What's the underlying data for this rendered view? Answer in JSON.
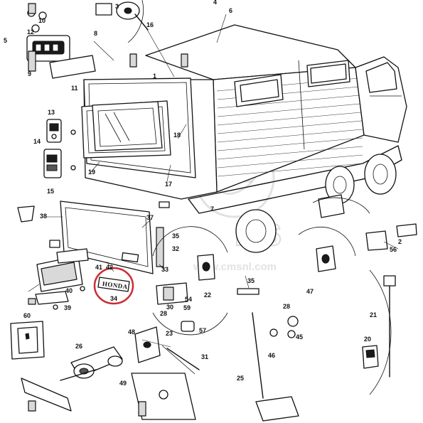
{
  "parts": {
    "p1": "1",
    "p2": "2",
    "p3": "3",
    "p4": "4",
    "p5": "5",
    "p6": "6",
    "p7": "7",
    "p8": "8",
    "p9": "9",
    "p10": "10",
    "p11": "11",
    "p12": "12",
    "p13": "13",
    "p14": "14",
    "p15": "15",
    "p16": "16",
    "p17": "17",
    "p18": "18",
    "p19": "19",
    "p20": "20",
    "p21": "21",
    "p22": "22",
    "p23": "23",
    "p25": "25",
    "p26": "26",
    "p28": "28",
    "p30": "30",
    "p31": "31",
    "p32": "32",
    "p33": "33",
    "p34": "34",
    "p35": "35",
    "p37": "37",
    "p38": "38",
    "p39": "39",
    "p40": "40",
    "p41": "41",
    "p45": "45",
    "p46": "46",
    "p47": "47",
    "p48": "48",
    "p49": "49",
    "p54": "54",
    "p56": "56",
    "p57": "57",
    "p59": "59",
    "p60": "60",
    "p42": "42"
  },
  "emblem_text": "HONDA",
  "highlight_color": "#cc2b35",
  "watermark": {
    "logo": "MS",
    "url": "www.cmsnl.com"
  }
}
